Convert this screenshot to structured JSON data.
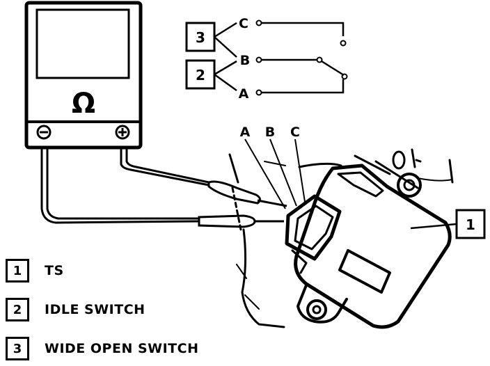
{
  "meter": {
    "symbol": "Ω",
    "neg_terminal": "−",
    "pos_terminal": "+"
  },
  "schematic": {
    "box_upper": "3",
    "box_lower": "2",
    "term_c": "C",
    "term_b": "B",
    "term_a": "A"
  },
  "connector_labels": {
    "a": "A",
    "b": "B",
    "c": "C"
  },
  "callout": "1",
  "legend": [
    {
      "num": "1",
      "text": "TS"
    },
    {
      "num": "2",
      "text": "IDLE SWITCH"
    },
    {
      "num": "3",
      "text": "WIDE OPEN SWITCH"
    }
  ]
}
